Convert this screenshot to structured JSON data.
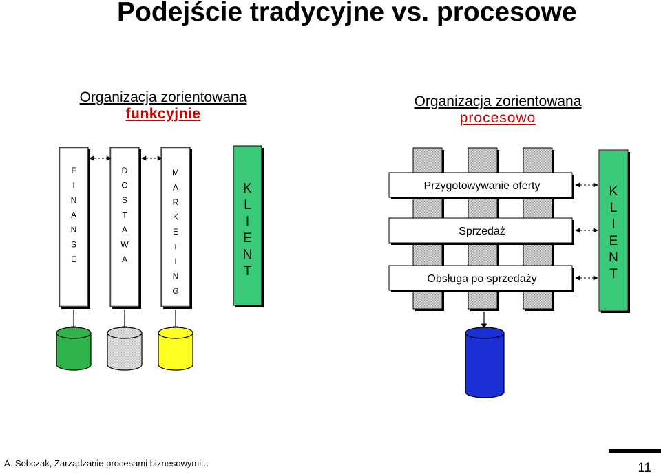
{
  "title": "Podejście tradycyjne vs. procesowe",
  "left_header": {
    "line1": "Organizacja zorientowana",
    "line2": "funkcyjnie"
  },
  "right_header": {
    "line1": "Organizacja zorientowana",
    "line2": "procesowo"
  },
  "functions": [
    {
      "text": "FINANSE",
      "fill": "#ffffff",
      "db_color": "#2fb34a"
    },
    {
      "text": "DOSTAWA",
      "fill": "#ffffff",
      "db_color": "#d4d4d4"
    },
    {
      "text": "MARKETING",
      "fill": "#ffffff",
      "db_color": "#ffff22"
    }
  ],
  "left_client": {
    "text": "KLIENT",
    "fill": "#39c978"
  },
  "processes": [
    "Przygotowywanie oferty",
    "Sprzedaż",
    "Obsługa po sprzedaży"
  ],
  "right_client": {
    "text": "KLIENT",
    "fill": "#39c978"
  },
  "shared_db_color": "#1b2fd6",
  "footer": "A. Sobczak, Zarządzanie procesami biznesowymi...",
  "page_number": "11"
}
